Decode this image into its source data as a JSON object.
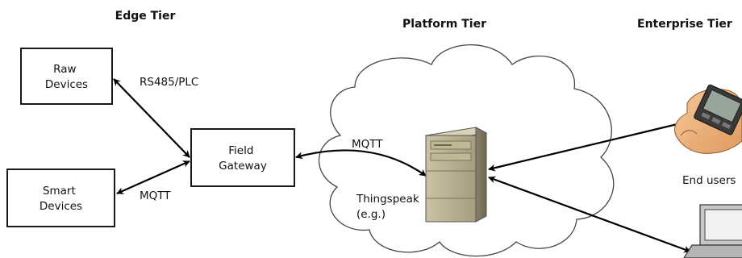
{
  "tiers": {
    "edge": "Edge Tier",
    "platform": "Platform Tier",
    "enterprise": "Enterprise Tier"
  },
  "nodes": {
    "raw_devices": [
      "Raw",
      "Devices"
    ],
    "smart_devices": [
      "Smart",
      "Devices"
    ],
    "field_gateway": [
      "Field",
      "Gateway"
    ],
    "thingspeak": [
      "Thingspeak",
      "(e.g.)"
    ],
    "end_users": "End users"
  },
  "connections": {
    "raw_to_gateway": "RS485/PLC",
    "smart_to_gateway": "MQTT",
    "gateway_to_cloud": "MQTT"
  }
}
